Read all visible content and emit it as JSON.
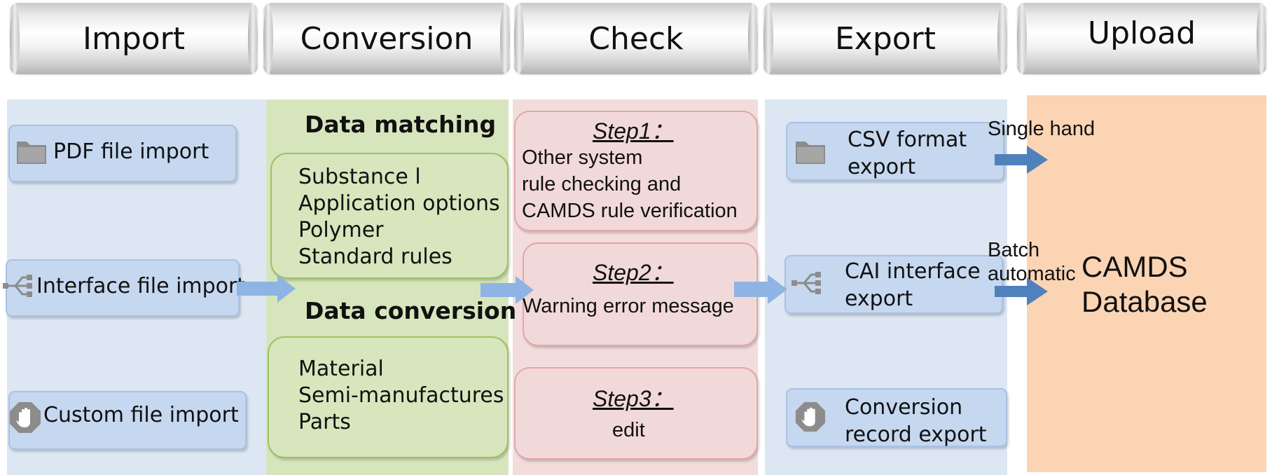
{
  "stages": {
    "import": "Import",
    "conversion": "Conversion",
    "check": "Check",
    "export": "Export",
    "upload": "Upload"
  },
  "import": {
    "pdf": "PDF file import",
    "interface": "Interface file import",
    "custom": "Custom file import"
  },
  "conversion": {
    "matching_title": "Data matching",
    "matching_items": [
      "Substance l",
      "Application options",
      "Polymer",
      "Standard rules"
    ],
    "conversion_title": "Data conversion",
    "conversion_items": [
      "Material",
      "Semi-manufactures",
      "Parts"
    ]
  },
  "check": {
    "step1_title": "Step1：",
    "step1_lines": [
      "Other system",
      "rule checking and",
      "CAMDS rule verification"
    ],
    "step2_title": "Step2：",
    "step2_text": "Warning error message",
    "step3_title": "Step3：",
    "step3_text": "edit"
  },
  "export": {
    "csv_lines": [
      "CSV format",
      "export"
    ],
    "cai_lines": [
      "CAI interface",
      "export"
    ],
    "record_lines": [
      "Conversion",
      "record export"
    ]
  },
  "upload": {
    "single": "Single hand",
    "batch_lines": [
      "Batch",
      "automatic"
    ],
    "db_lines": [
      "CAMDS",
      "Database"
    ]
  },
  "colors": {
    "import_bg": "#dde6f3",
    "conversion_bg": "#d7e5bd",
    "check_bg": "#f2dcdc",
    "export_bg": "#dde6f3",
    "upload_bg": "#fbd4b4",
    "arrow_light": "#8fb4e3",
    "arrow_dark": "#4f81bd"
  },
  "icons": {
    "pdf": "folder-icon",
    "interface": "usb-icon",
    "custom": "hand-stop-icon",
    "csv": "folder-icon",
    "cai": "usb-icon",
    "record": "hand-stop-icon"
  }
}
